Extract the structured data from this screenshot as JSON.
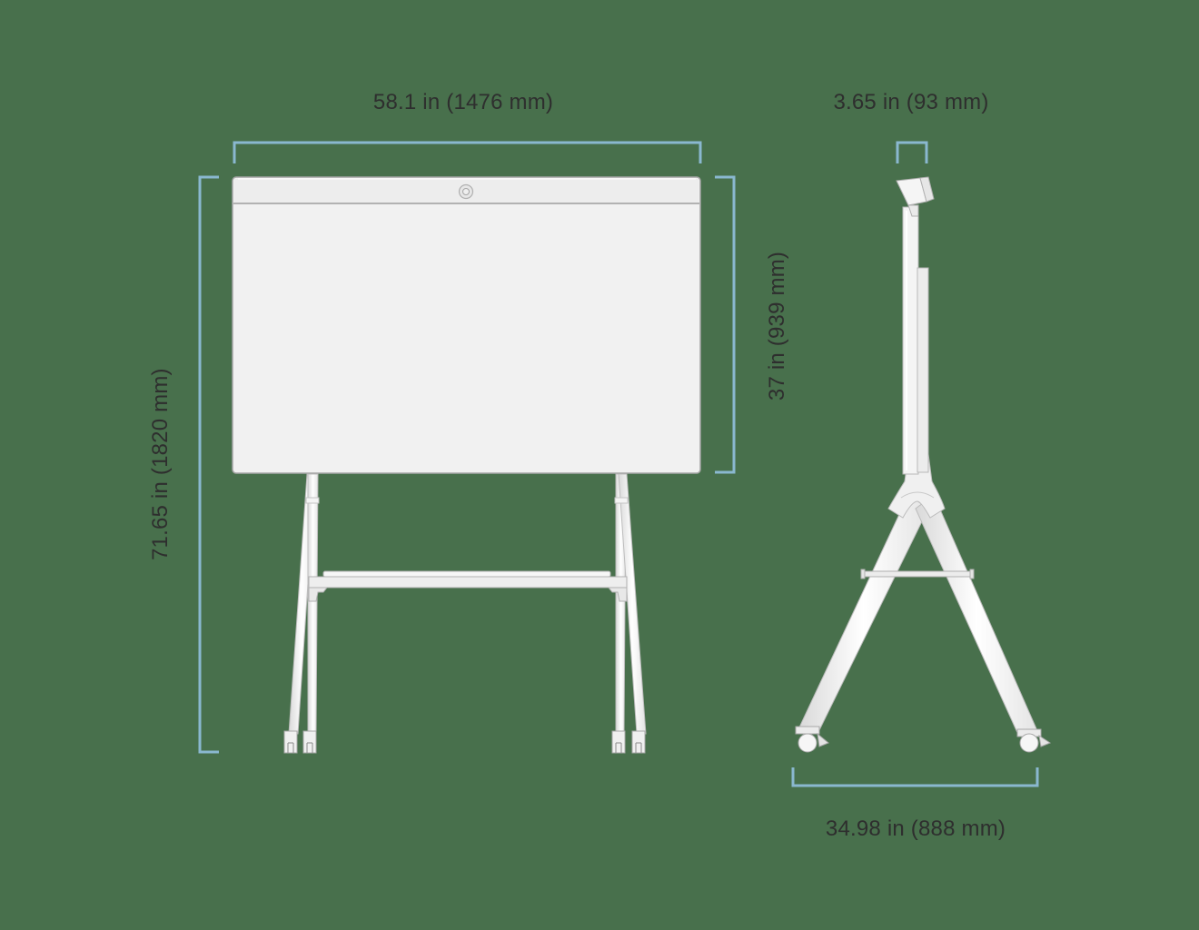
{
  "diagram": {
    "type": "product-dimension-drawing",
    "views": [
      "front-view",
      "side-view"
    ],
    "colors": {
      "background": "#48704c",
      "dimension_line": "#8ab8d0",
      "label_text": "#2e2e2e",
      "product_fill": "#f2f2f2",
      "product_outline": "#b5b5b5"
    }
  },
  "dimensions": {
    "front_width": {
      "label": "58.1 in (1476 mm)"
    },
    "total_height": {
      "label": "71.65 in (1820 mm)"
    },
    "screen_height": {
      "label": "37 in (939 mm)"
    },
    "side_depth": {
      "label": "3.65 in (93 mm)"
    },
    "base_depth": {
      "label": "34.98 in (888 mm)"
    }
  }
}
